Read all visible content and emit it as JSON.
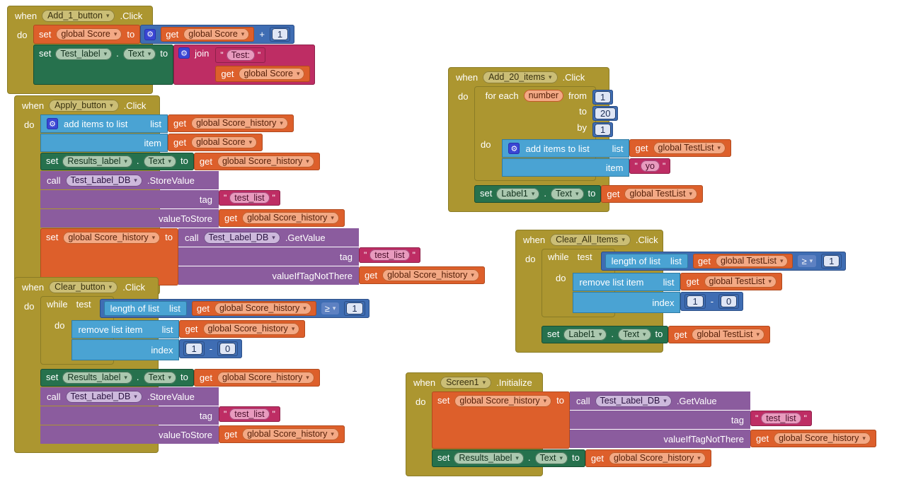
{
  "app": "MIT App Inventor Blocks Editor",
  "colors": {
    "control_gold": "#AC9630",
    "variables_orange": "#DD5F2B",
    "component_setter_green": "#26714D",
    "procedures_purple": "#8B5C9E",
    "text_magenta": "#BE2D64",
    "lists_blue": "#4AA3D3",
    "math_blue": "#3F6DB3",
    "canvas_bg": "#FFFFFF"
  },
  "icons": {
    "caret": "▾",
    "gear": "⚙",
    "quote": "\""
  },
  "labels": {
    "when": "when",
    "do": "do",
    "set": "set",
    "to": "to",
    "get": "get",
    "call": "call",
    "join": "join",
    "while": "while",
    "test": "test",
    "list": "list",
    "item": "item",
    "index": "index",
    "tag": "tag",
    "value_to_store": "valueToStore",
    "value_if_tag_not_there": "valueIfTagNotThere",
    "add_items_to_list": "add items to list",
    "remove_list_item": "remove list item",
    "length_of_list": "length of list",
    "for_each": "for each",
    "from": "from",
    "by": "by",
    "dot": ".",
    "plus": "+",
    "minus": "-",
    "gte": "≥",
    "click": ".Click",
    "initialize": ".Initialize",
    "store_value": ".StoreValue",
    "get_value": ".GetValue"
  },
  "v": {
    "score": "global Score",
    "score_history": "global Score_history",
    "test_list": "global TestList",
    "test_label": "Test_label",
    "results_label": "Results_label",
    "label1": "Label1",
    "text_prop": "Text",
    "db": "Test_Label_DB",
    "tag_name": "test_list",
    "test_text": "Test:",
    "yo": "yo",
    "loop_var": "number",
    "n1": "1",
    "n20": "20",
    "n0": "0"
  },
  "events": {
    "add1": "Add_1_button",
    "apply": "Apply_button",
    "clear": "Clear_button",
    "add20": "Add_20_items",
    "clear_all": "Clear_All_Items",
    "screen": "Screen1"
  }
}
